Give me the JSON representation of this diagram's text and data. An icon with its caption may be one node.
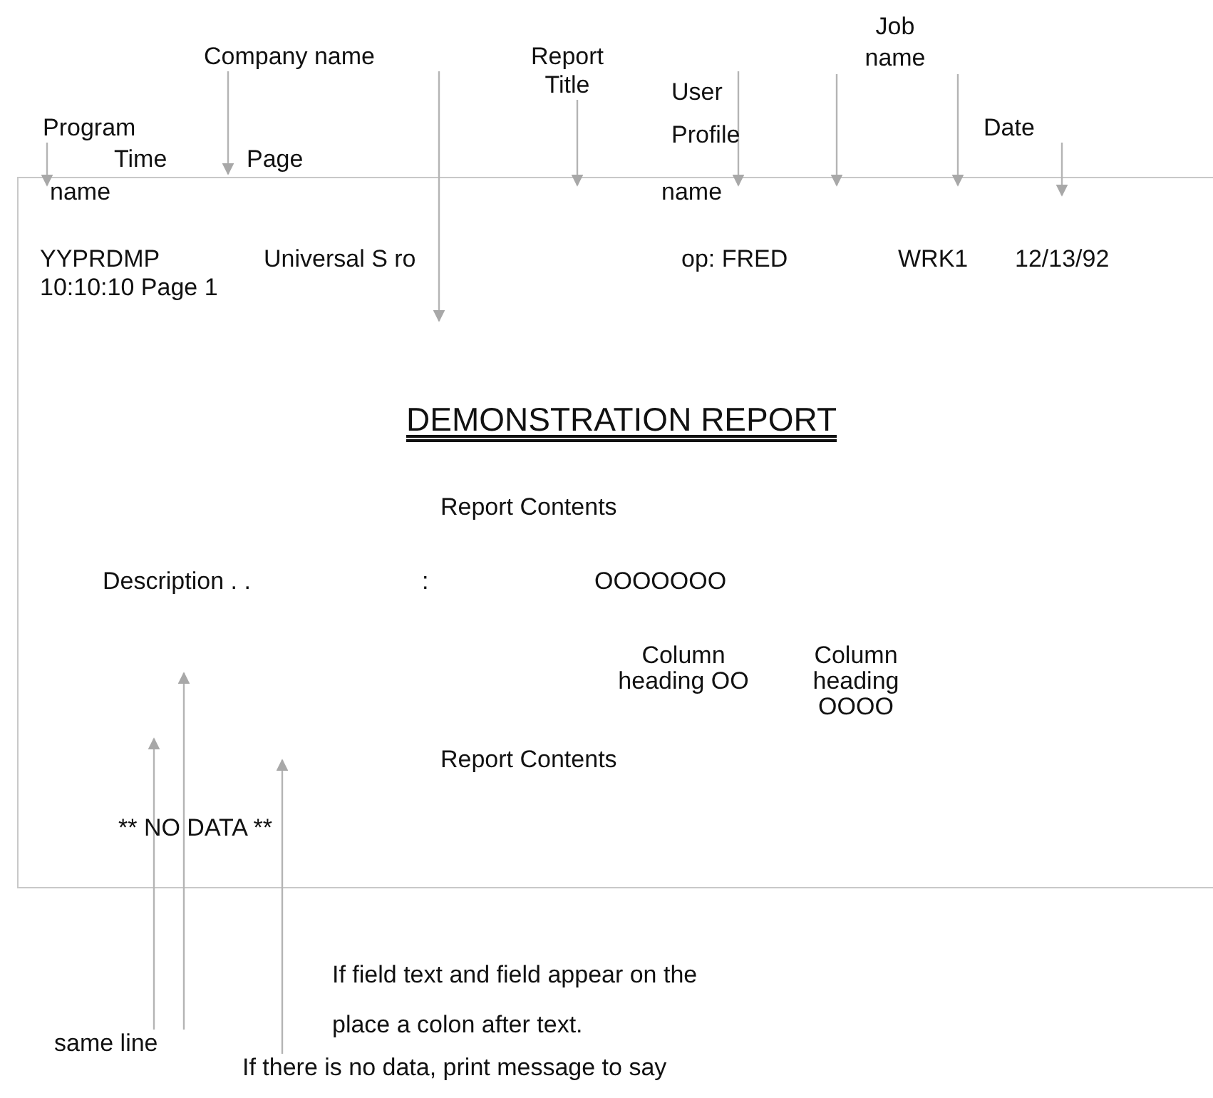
{
  "diagram": {
    "nodes": [
      {
        "text": [
          "Company name"
        ]
      },
      {
        "text": [
          "Report Title"
        ]
      },
      {
        "text": [
          "Job name"
        ]
      },
      {
        "text": [
          "User Profile"
        ]
      },
      {
        "text": [
          "Program"
        ]
      },
      {
        "text": [
          "Time"
        ]
      },
      {
        "text": [
          "Page"
        ]
      },
      {
        "text": [
          "Date"
        ]
      },
      {
        "text": [
          "name"
        ]
      },
      {
        "text": [
          "name"
        ]
      },
      {
        "text": [
          "same line"
        ]
      },
      {
        "text": [
          "If field text and field appear on the"
        ]
      },
      {
        "text": [
          "place a colon after text."
        ]
      },
      {
        "text": [
          "If there is no data, print message to say"
        ]
      }
    ],
    "edges": [
      {
        "from": 4,
        "to": 8,
        "arrow": "to"
      },
      {
        "from": 0,
        "to": 6,
        "arrow": "to"
      },
      {
        "from": 0,
        "to": null,
        "arrow": "to"
      },
      {
        "from": 1,
        "to": null,
        "arrow": "to"
      },
      {
        "from": 3,
        "to": 9,
        "arrow": "to"
      },
      {
        "from": 2,
        "to": null,
        "arrow": "to"
      },
      {
        "from": 2,
        "to": null,
        "arrow": "to"
      },
      {
        "from": 7,
        "to": null,
        "arrow": "to"
      },
      {
        "from": 10,
        "to": null,
        "arrow": "to"
      },
      {
        "from": 10,
        "to": null,
        "arrow": "to"
      },
      {
        "from": 13,
        "to": null,
        "arrow": "to"
      }
    ],
    "labels": [
      "YYPRDMP",
      "Universal S ro",
      "op: FRED",
      "WRK1",
      "12/13/92",
      "10:10:10 Page 1",
      "DEMONSTRATION REPORT",
      "Report Contents",
      "Description . .",
      ":",
      "OOOOOOO",
      "Column heading OO",
      "Column heading OOOO",
      "Report Contents",
      "** NO DATA **"
    ]
  }
}
